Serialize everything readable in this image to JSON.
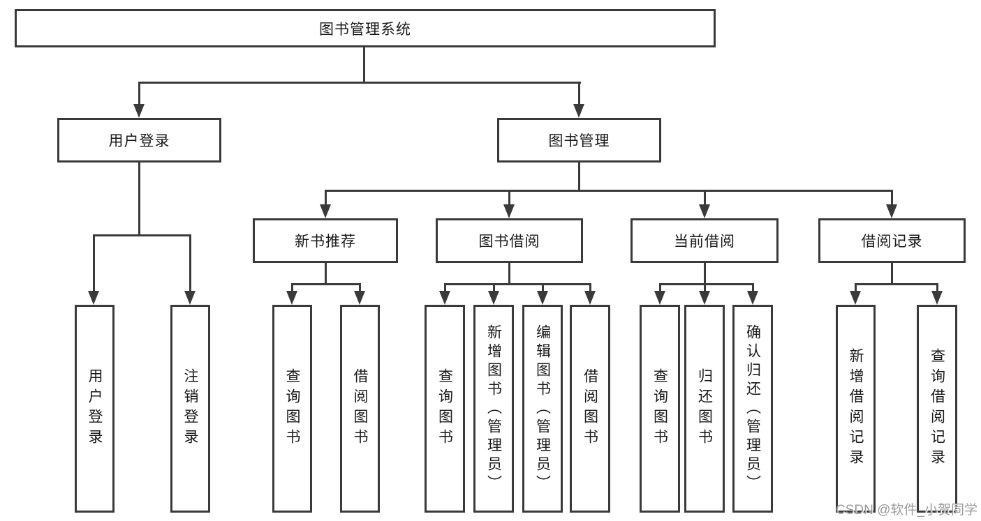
{
  "diagram_title": "图书管理系统",
  "tree": {
    "label": "图书管理系统",
    "children": [
      {
        "label": "用户登录",
        "children": [
          {
            "label": "用户登录"
          },
          {
            "label": "注销登录"
          }
        ]
      },
      {
        "label": "图书管理",
        "children": [
          {
            "label": "新书推荐",
            "children": [
              {
                "label": "查询图书"
              },
              {
                "label": "借阅图书"
              }
            ]
          },
          {
            "label": "图书借阅",
            "children": [
              {
                "label": "查询图书"
              },
              {
                "label": "新增图书（管理员）"
              },
              {
                "label": "编辑图书（管理员）"
              },
              {
                "label": "借阅图书"
              }
            ]
          },
          {
            "label": "当前借阅",
            "children": [
              {
                "label": "查询图书"
              },
              {
                "label": "归还图书"
              },
              {
                "label": "确认归还（管理员）"
              }
            ]
          },
          {
            "label": "借阅记录",
            "children": [
              {
                "label": "新增借阅记录"
              },
              {
                "label": "查询借阅记录"
              }
            ]
          }
        ]
      }
    ]
  },
  "watermark": {
    "text": "CSDN @软件_小贺同学"
  },
  "colors": {
    "line": "#3a3a3a",
    "text": "#1a1a1a",
    "watermark": "#9c9c9c",
    "background": "#ffffff"
  }
}
